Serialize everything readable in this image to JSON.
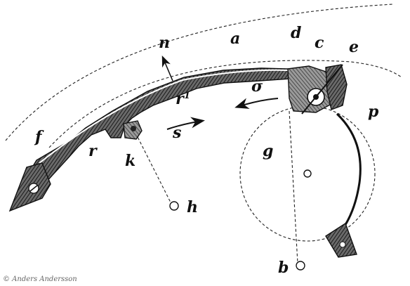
{
  "labels": {
    "a": "a",
    "b": "b",
    "c": "c",
    "d": "d",
    "e": "e",
    "f": "f",
    "g": "g",
    "h": "h",
    "k": "k",
    "n": "n",
    "p": "p",
    "r": "r",
    "r1": "r",
    "r1_sup": "1",
    "s": "s",
    "sigma": "σ"
  },
  "credit": "© Anders Andersson",
  "colors": {
    "ink": "#111111",
    "hatch": "#3a3a3a",
    "background": "#ffffff"
  }
}
